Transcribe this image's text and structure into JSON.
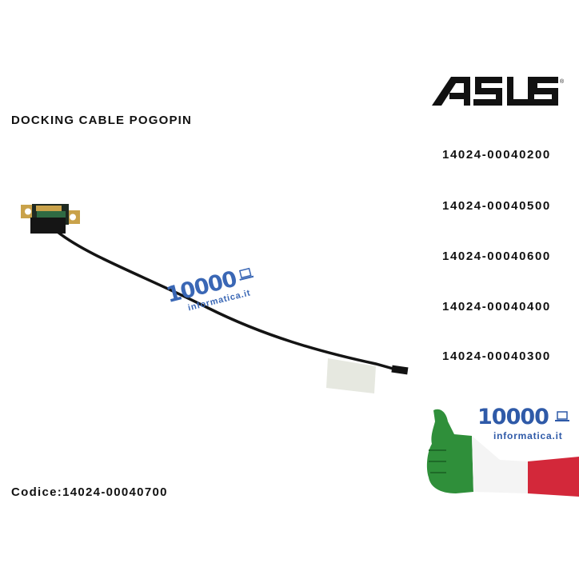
{
  "product": {
    "title": "DOCKING CABLE POGOPIN",
    "brand": "ASUS",
    "brand_mark": "®",
    "codice": "Codice:14024-00040700",
    "compatible_codes": [
      "14024-00040200",
      "14024-00040500",
      "14024-00040600",
      "14024-00040400",
      "14024-00040300"
    ]
  },
  "watermark": {
    "number": "10000",
    "site": "informatica.it",
    "color": "#3a67b5"
  },
  "store_logo": {
    "number": "10000",
    "site": "informatica.it",
    "flag_colors": [
      "#2f8f3a",
      "#ffffff",
      "#d3283a"
    ]
  },
  "icons": {
    "laptop": "laptop-icon",
    "thumbs_up": "thumbs-up-flag-icon"
  }
}
